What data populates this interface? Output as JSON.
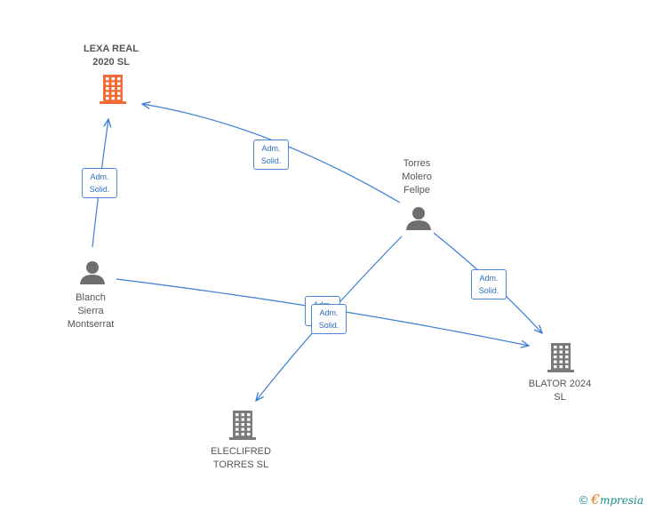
{
  "colors": {
    "edge": "#3b7dd8",
    "company_focus": "#f26a36",
    "company": "#7a7a7a",
    "person": "#6e6e6e"
  },
  "nodes": {
    "lexa": {
      "type": "company",
      "focus": true,
      "lines": [
        "LEXA REAL",
        "2020  SL"
      ]
    },
    "torres": {
      "type": "person",
      "lines": [
        "Torres",
        "Molero",
        "Felipe"
      ]
    },
    "blanch": {
      "type": "person",
      "lines": [
        "Blanch",
        "Sierra",
        "Montserrat"
      ]
    },
    "blator": {
      "type": "company",
      "lines": [
        "BLATOR 2024",
        "SL"
      ]
    },
    "eleclifred": {
      "type": "company",
      "lines": [
        "ELECLIFRED",
        "TORRES  SL"
      ]
    }
  },
  "edges": [
    {
      "from": "torres",
      "to": "lexa",
      "label": [
        "Adm.",
        "Solid."
      ]
    },
    {
      "from": "blanch",
      "to": "lexa",
      "label": [
        "Adm.",
        "Solid."
      ]
    },
    {
      "from": "torres",
      "to": "blator",
      "label": [
        "Adm.",
        "Solid."
      ]
    },
    {
      "from": "torres",
      "to": "eleclifred",
      "label": [
        "Adm.",
        "Solid."
      ]
    },
    {
      "from": "blanch",
      "to": "blator",
      "label": [
        "Adm.",
        "Solid."
      ]
    }
  ],
  "footer": {
    "copyright": "©",
    "brand_initial": "€",
    "brand_rest": "mpresia"
  }
}
